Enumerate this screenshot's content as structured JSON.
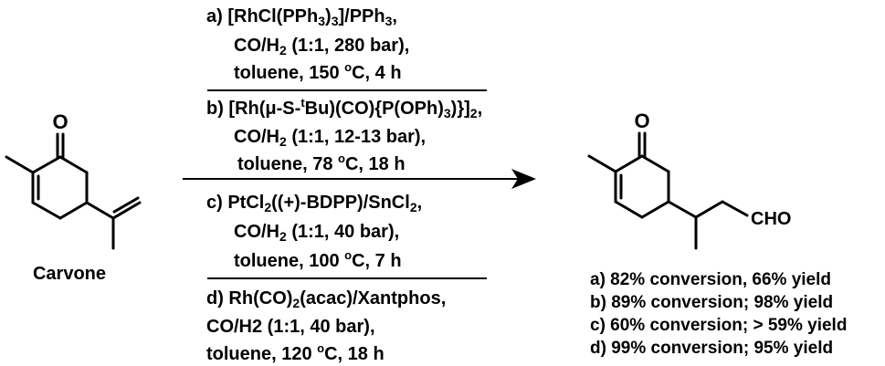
{
  "starting_material": {
    "name": "Carvone",
    "carbonyl_label": "O"
  },
  "product": {
    "carbonyl_label": "O",
    "aldehyde_label": "CHO"
  },
  "conditions": {
    "a": {
      "line1": {
        "pre": "a) [RhCl(PPh",
        "sub1": "3",
        "mid1": ")",
        "sub2": "3",
        "post": "]/PPh",
        "sub3": "3",
        "end": ","
      },
      "line2": {
        "pre": "CO/H",
        "sub": "2",
        "post": " (1:1, 280 bar),"
      },
      "line3": {
        "pre": "toluene, 150 ",
        "sup": "o",
        "post": "C,  4 h"
      }
    },
    "b": {
      "line1": {
        "pre": "b) [Rh(μ-S-",
        "sup": "t",
        "mid": "Bu)(CO){P(OPh)",
        "sub1": "3",
        "mid2": ")}]",
        "sub2": "2",
        "end": ","
      },
      "line2": {
        "pre": "CO/H",
        "sub": "2",
        "post": " (1:1, 12-13 bar),"
      },
      "line3": {
        "pre": "toluene, 78 ",
        "sup": "o",
        "post": "C, 18 h"
      }
    },
    "c": {
      "line1": {
        "pre": "c) PtCl",
        "sub1": "2",
        "mid": "((+)-BDPP)/SnCl",
        "sub2": "2",
        "end": ","
      },
      "line2": {
        "pre": "CO/H",
        "sub": "2",
        "post": " (1:1, 40 bar),"
      },
      "line3": {
        "pre": "toluene, 100 ",
        "sup": "o",
        "post": "C, 7 h"
      }
    },
    "d": {
      "line1": {
        "pre": "d) Rh(CO)",
        "sub": "2",
        "post": "(acac)/Xantphos,"
      },
      "line2": "CO/H2 (1:1, 40 bar),",
      "line3": {
        "pre": "toluene, 120 ",
        "sup": "o",
        "post": "C, 18 h"
      }
    }
  },
  "results": [
    "a) 82% conversion, 66% yield",
    "b) 89% conversion; 98% yield",
    "c) 60% conversion; > 59% yield",
    "d) 99% conversion; 95% yield"
  ]
}
